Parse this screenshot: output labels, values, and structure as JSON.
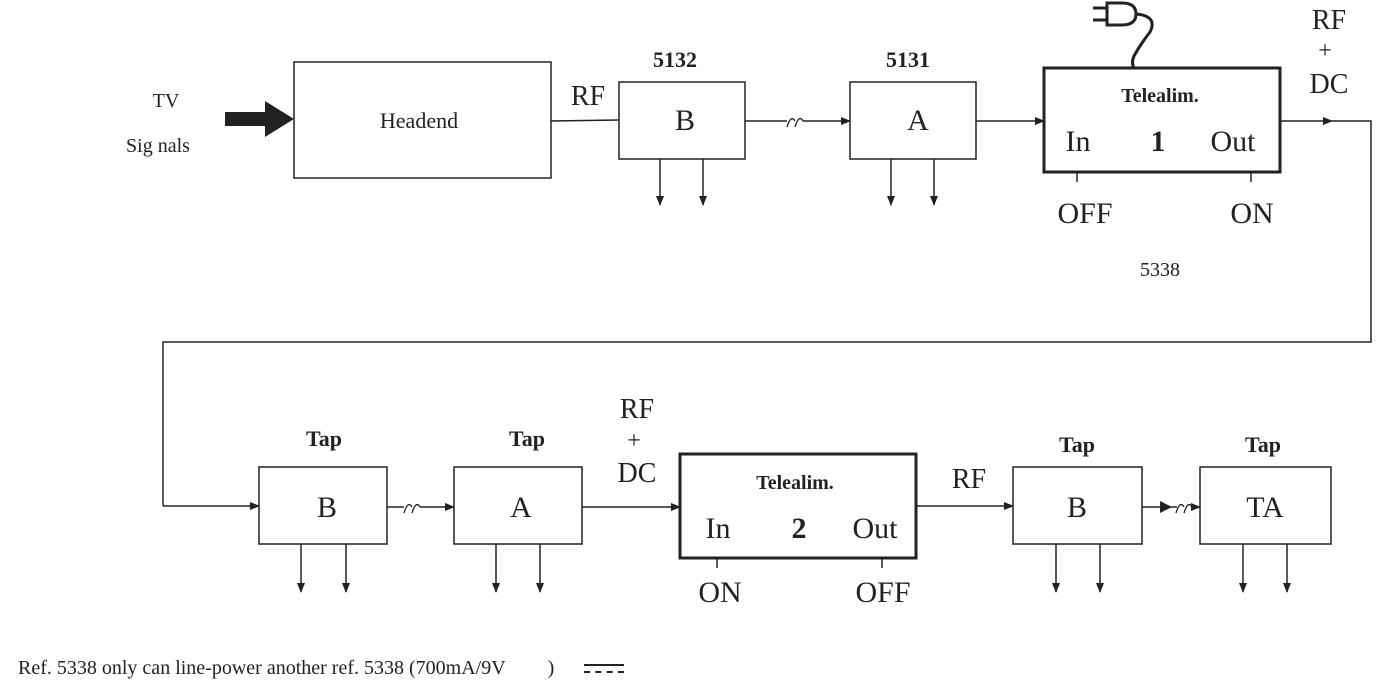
{
  "input": {
    "line1": "TV",
    "line2": "Sig nals"
  },
  "headend": {
    "label": "Headend"
  },
  "rf_label_1": "RF",
  "row1": {
    "box_b": {
      "ref": "5132",
      "label": "B"
    },
    "box_a": {
      "ref": "5131",
      "label": "A"
    },
    "telealim": {
      "title": "Telealim.",
      "in": "In",
      "number": "1",
      "out": "Out",
      "left_switch": "OFF",
      "right_switch": "ON",
      "ref": "5338"
    },
    "rf_dc": {
      "rf": "RF",
      "plus": "+",
      "dc": "DC"
    }
  },
  "row2": {
    "tap_b": {
      "ref": "Tap",
      "label": "B"
    },
    "tap_a": {
      "ref": "Tap",
      "label": "A"
    },
    "rf_dc": {
      "rf": "RF",
      "plus": "+",
      "dc": "DC"
    },
    "telealim": {
      "title": "Telealim.",
      "in": "In",
      "number": "2",
      "out": "Out",
      "left_switch": "ON",
      "right_switch": "OFF"
    },
    "rf_label": "RF",
    "tap_b2": {
      "ref": "Tap",
      "label": "B"
    },
    "tap_ta": {
      "ref": "Tap",
      "label": "TA"
    }
  },
  "footnote": {
    "text": "Ref. 5338 only can line-power another ref. 5338  (700mA/9V",
    "close": ")"
  },
  "icons": [
    "power-plug-icon",
    "dc-symbol-icon",
    "cable-break-icon"
  ]
}
